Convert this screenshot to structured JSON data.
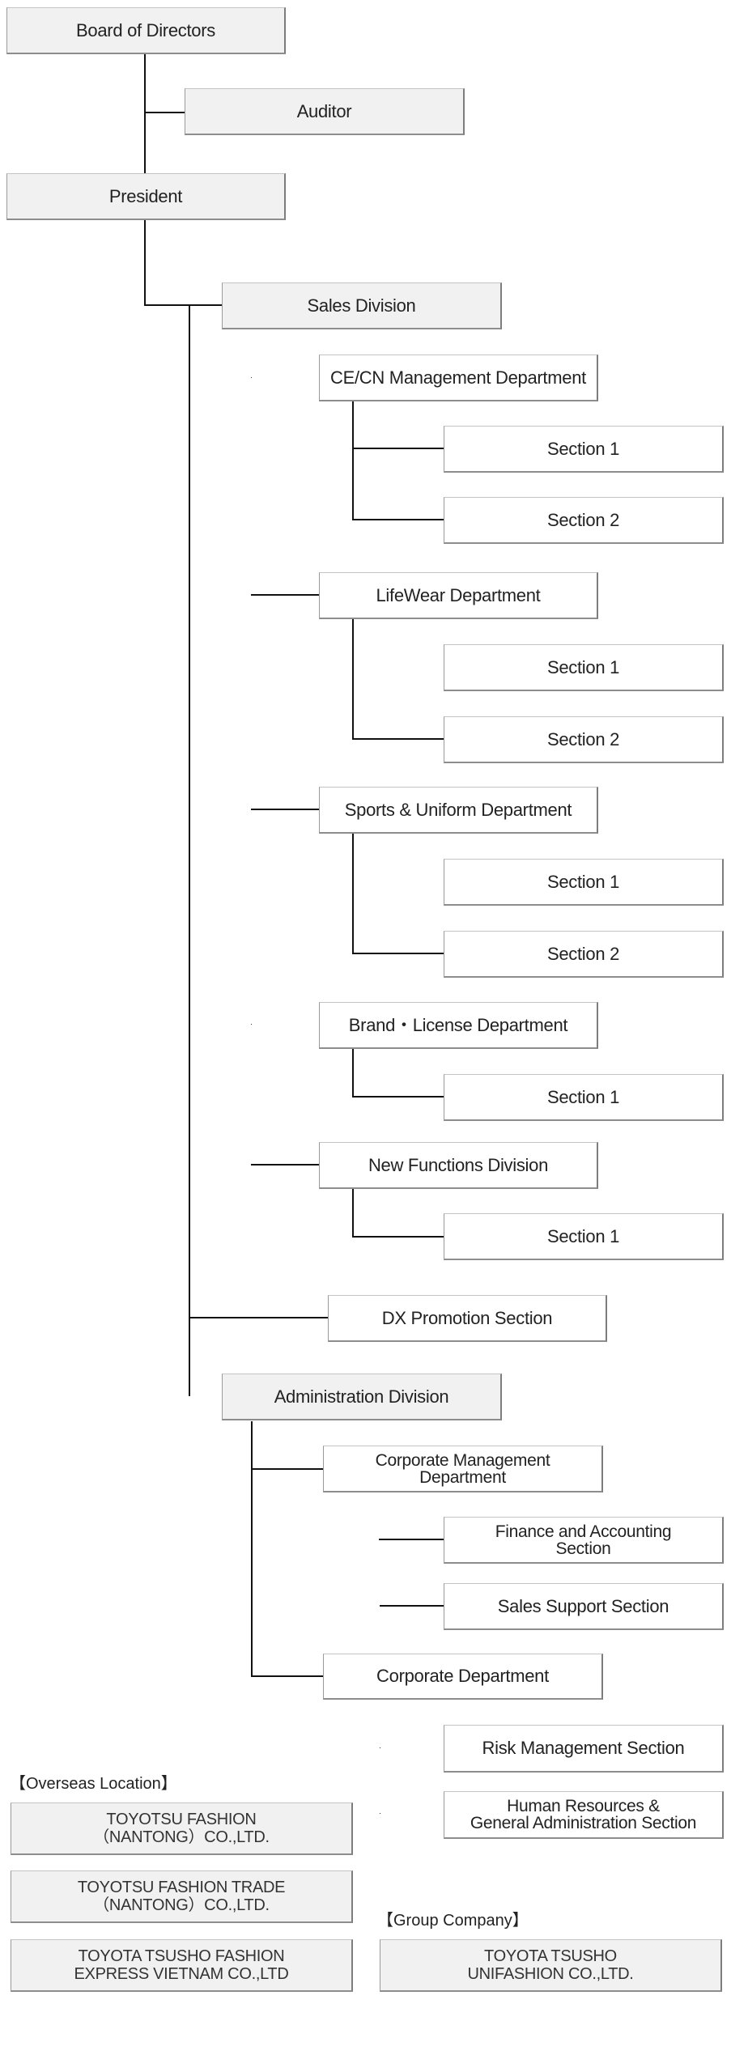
{
  "chart": {
    "executives": {
      "board": "Board of Directors",
      "auditor": "Auditor",
      "president": "President"
    },
    "sales_division": {
      "label": "Sales Division",
      "departments": [
        {
          "label": "CE/CN Management Department",
          "sections": [
            "Section 1",
            "Section 2"
          ]
        },
        {
          "label": "LifeWear Department",
          "sections": [
            "Section 1",
            "Section 2"
          ]
        },
        {
          "label": "Sports & Uniform Department",
          "sections": [
            "Section 1",
            "Section 2"
          ]
        },
        {
          "label": "Brand・License Department",
          "sections": [
            "Section 1"
          ]
        },
        {
          "label": "New Functions Division",
          "sections": [
            "Section 1"
          ]
        }
      ],
      "dx_section": "DX Promotion Section"
    },
    "administration_division": {
      "label": "Administration Division",
      "departments": [
        {
          "label_lines": [
            "Corporate Management",
            "Department"
          ],
          "sections": [
            {
              "label_lines": [
                "Finance and Accounting",
                "Section"
              ]
            },
            {
              "label_lines": [
                "Sales Support Section"
              ]
            }
          ]
        },
        {
          "label_lines": [
            "Corporate Department"
          ],
          "sections": [
            {
              "label_lines": [
                "Risk Management Section"
              ]
            },
            {
              "label_lines": [
                "Human Resources &",
                "General Administration Section"
              ]
            }
          ]
        }
      ]
    },
    "overseas": {
      "heading": "【Overseas Location】",
      "companies": [
        {
          "lines": [
            "TOYOTSU FASHION",
            "（NANTONG）CO.,LTD."
          ]
        },
        {
          "lines": [
            "TOYOTSU FASHION TRADE",
            "（NANTONG）CO.,LTD."
          ]
        },
        {
          "lines": [
            "TOYOTA TSUSHO FASHION",
            "EXPRESS VIETNAM CO.,LTD"
          ]
        }
      ]
    },
    "group": {
      "heading": "【Group Company】",
      "companies": [
        {
          "lines": [
            "TOYOTA TSUSHO",
            "UNIFASHION CO.,LTD."
          ]
        }
      ]
    }
  },
  "colors": {
    "box_fill_gray": "#f1f1f1",
    "box_fill_white": "#ffffff",
    "connector": "#111111"
  }
}
